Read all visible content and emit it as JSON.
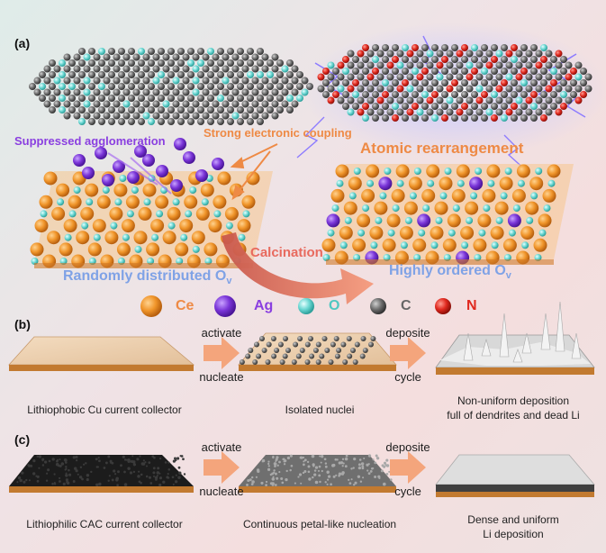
{
  "panels": {
    "a": "(a)",
    "b": "(b)",
    "c": "(c)"
  },
  "panel_a": {
    "suppressed": "Suppressed agglomeration",
    "coupling": "Strong electronic coupling",
    "rearrangement": "Atomic rearrangement",
    "calcination": "Calcination",
    "random": "Randomly distributed O",
    "ordered": "Highly ordered O",
    "subscript": "v"
  },
  "legend": [
    {
      "label": "Ce",
      "color": "#f0952a"
    },
    {
      "label": "Ag",
      "color": "#7a35d8"
    },
    {
      "label": "O",
      "color": "#6ad7d2"
    },
    {
      "label": "C",
      "color": "#6e6e6e"
    },
    {
      "label": "N",
      "color": "#e0291f"
    }
  ],
  "panel_b": {
    "step1_top": "activate",
    "step1_bottom": "nucleate",
    "step2_top": "deposite",
    "step2_bottom": "cycle",
    "cap1": "Lithiophobic Cu current collector",
    "cap2": "Isolated nuclei",
    "cap3_line1": "Non-uniform deposition",
    "cap3_line2": "full of dendrites and dead Li"
  },
  "panel_c": {
    "step1_top": "activate",
    "step1_bottom": "nucleate",
    "step2_top": "deposite",
    "step2_bottom": "cycle",
    "cap1": "Lithiophilic CAC current collector",
    "cap2": "Continuous petal-like nucleation",
    "cap3_line1": "Dense and uniform",
    "cap3_line2": "Li deposition"
  },
  "colors": {
    "orange_text": "#ee8a45",
    "purple_text": "#8a3fe0",
    "blue_text": "#7fa2e6",
    "arrow": "#f4a57c",
    "cu": "#c98a3e",
    "calc_arrow": "#f07a6a"
  }
}
